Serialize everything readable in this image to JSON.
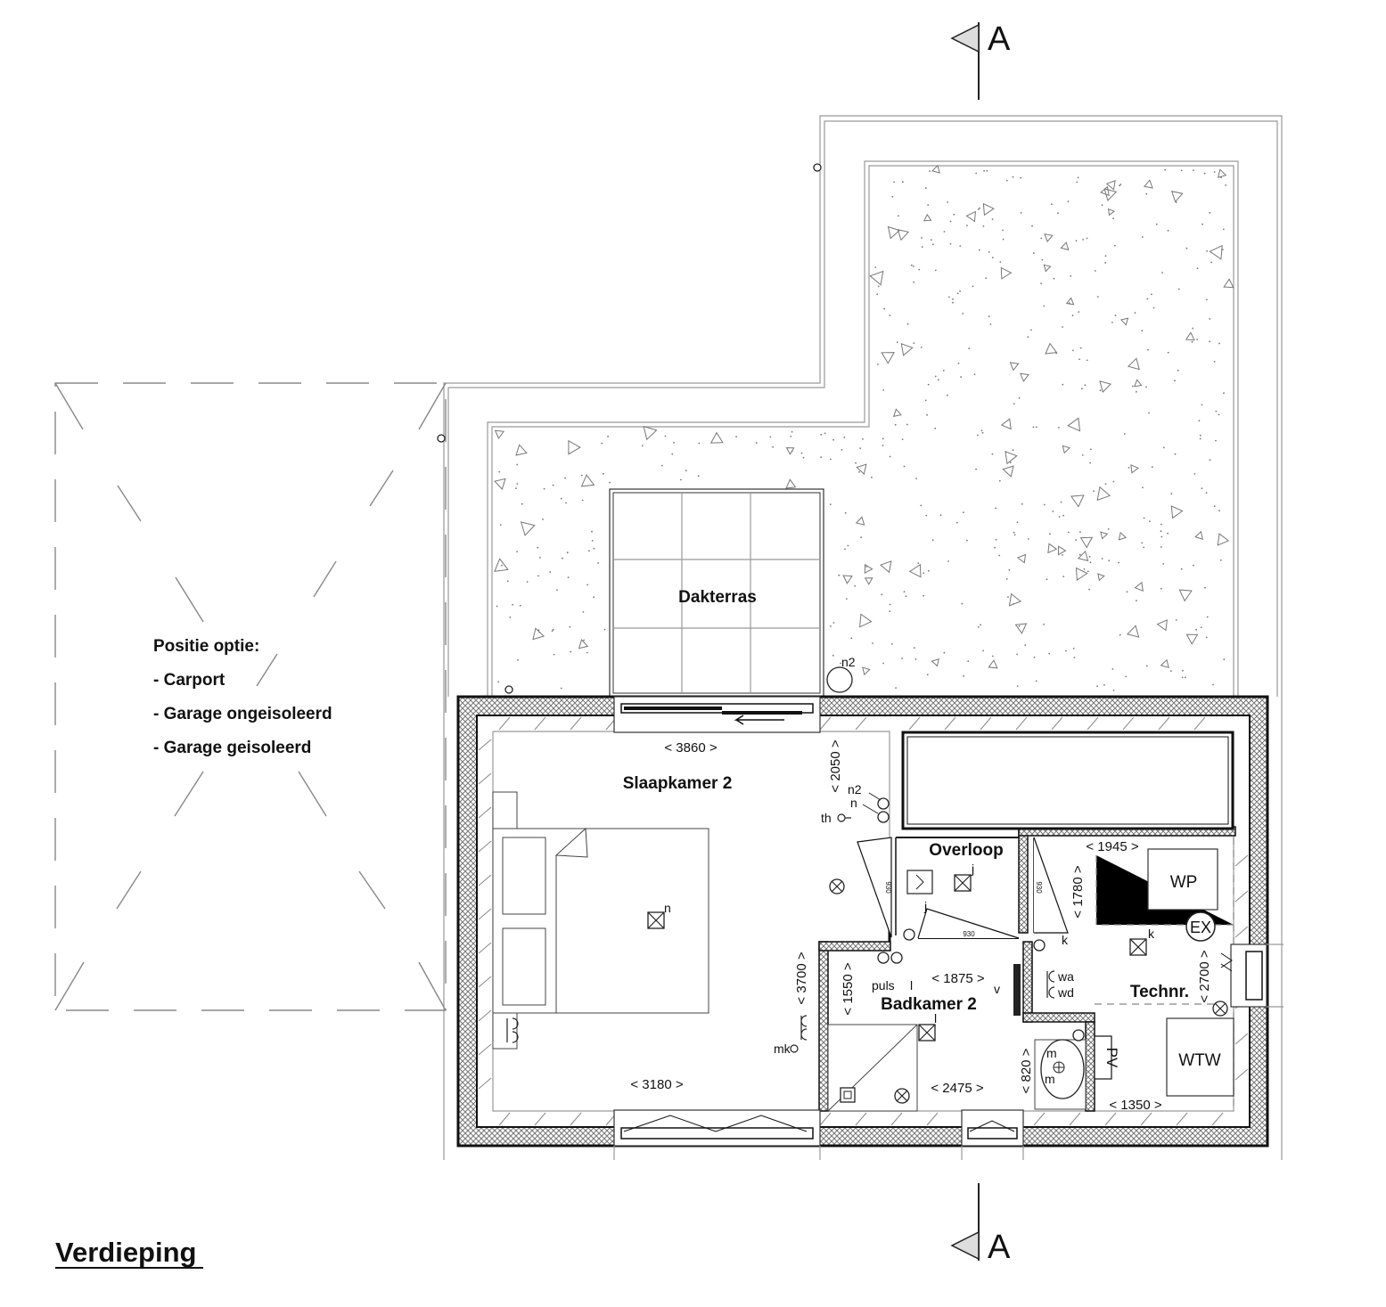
{
  "title": "Verdieping",
  "section_marker": {
    "top": "A",
    "bottom": "A"
  },
  "rooms": {
    "dakterras": "Dakterras",
    "slaapkamer": "Slaapkamer 2",
    "overloop": "Overloop",
    "badkamer": "Badkamer 2",
    "technr": "Technr."
  },
  "option_block": {
    "heading": "Positie optie:",
    "items": [
      "- Carport",
      "- Garage ongeisoleerd",
      "- Garage geisoleerd"
    ]
  },
  "dimensions": {
    "d3860": "< 3860 >",
    "d2050": "< 2050 >",
    "d1945": "< 1945 >",
    "d1780": "< 1780 >",
    "d1875": "< 1875 >",
    "d3700": "< 3700 >",
    "d1550": "< 1550 >",
    "d2700": "< 2700 >",
    "d820": "< 820 >",
    "d3180": "< 3180 >",
    "d2475": "< 2475 >",
    "d1350": "< 1350 >",
    "d930": "930",
    "d930a": "930",
    "d930b": "930"
  },
  "equipment": {
    "wp": "WP",
    "ex": "EX",
    "wtw": "WTW",
    "pv": "PV"
  },
  "symbols": {
    "n2_terrace": "n2",
    "n2": "n2",
    "n": "n",
    "th": "th",
    "n_bed": "n",
    "j_overloop": "j",
    "j_switch": "j",
    "k_switch": "k",
    "k_tech": "k",
    "puls": "puls",
    "l_switch": "l",
    "l_bath": "l",
    "v": "v",
    "wa": "wa",
    "wd": "wd",
    "mk": "mk",
    "m1": "m",
    "m2": "m"
  }
}
